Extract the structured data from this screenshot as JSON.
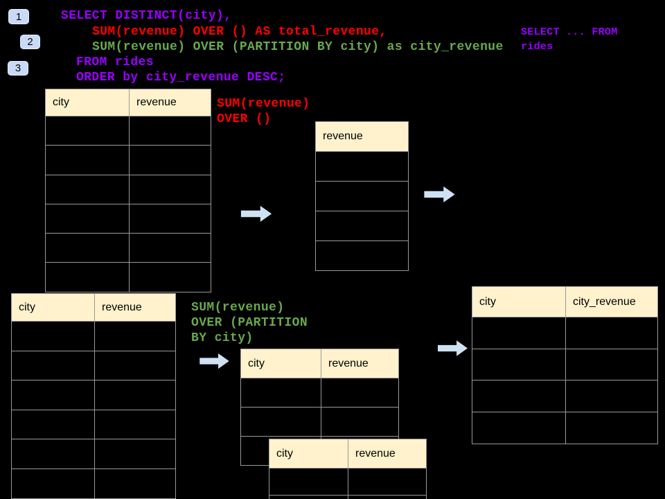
{
  "colors": {
    "background": "#000000",
    "sql_purple": "#9900FF",
    "sql_red": "#FF0000",
    "sql_green": "#6AA84F",
    "table_header_fill": "#FFF2CC",
    "table_border": "#9a9a9a",
    "arrow_fill": "#CFE2F3",
    "badge_fill": "#C9DAF8"
  },
  "badges": [
    {
      "label": "1"
    },
    {
      "label": "2"
    },
    {
      "label": "3"
    }
  ],
  "sql": {
    "lines": [
      {
        "text": "SELECT DISTINCT(city),",
        "color": "#9900FF"
      },
      {
        "text": "SUM(revenue) OVER () AS total_revenue,",
        "color": "#FF0000"
      },
      {
        "text": "SUM(revenue) OVER (PARTITION BY city) as city_revenue",
        "color": "#6AA84F"
      },
      {
        "text": "FROM rides",
        "color": "#9900FF"
      },
      {
        "text": "ORDER by city_revenue DESC;",
        "color": "#9900FF"
      }
    ]
  },
  "side_note": {
    "text": "SELECT ... FROM\nrides",
    "color": "#9900FF"
  },
  "labels": {
    "total": {
      "text": "SUM(revenue)\nOVER ()",
      "color": "#FF0000"
    },
    "partition": {
      "text": "SUM(revenue)\nOVER (PARTITION\nBY city)",
      "color": "#6AA84F"
    }
  },
  "tables": {
    "source_top": {
      "headers": [
        "city",
        "revenue"
      ],
      "empty_rows": 6
    },
    "revenue_total": {
      "headers": [
        "revenue"
      ],
      "empty_rows": 4
    },
    "source_bottom": {
      "headers": [
        "city",
        "revenue"
      ],
      "empty_rows": 6
    },
    "partition_mid": {
      "headers": [
        "city",
        "revenue"
      ],
      "empty_rows": 3
    },
    "partition_overlay": {
      "headers": [
        "city",
        "revenue"
      ],
      "empty_rows": 2
    },
    "result_right": {
      "headers": [
        "city",
        "city_revenue"
      ],
      "empty_rows": 4
    }
  }
}
